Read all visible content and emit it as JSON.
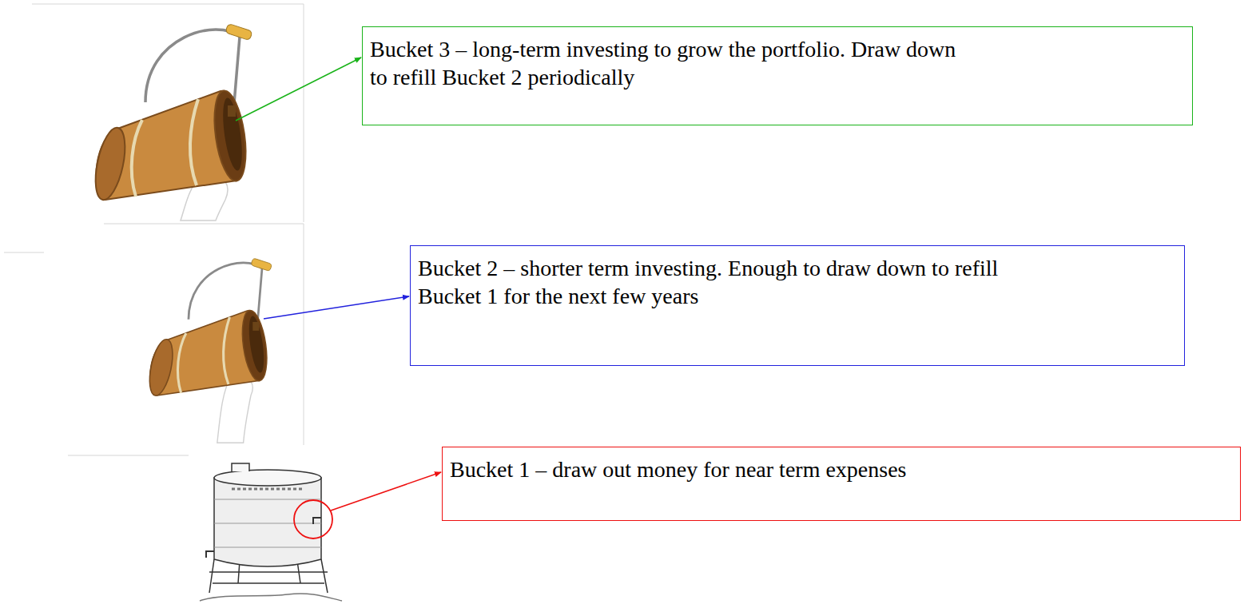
{
  "diagram": {
    "nodes": [
      {
        "text": [
          "Bucket 3 – long-term investing to grow the portfolio. Draw down to refill Bucket 2 periodically"
        ]
      },
      {
        "text": [
          "Bucket 2 – shorter term investing. Enough to draw down to refill Bucket 1 for the next few years"
        ]
      },
      {
        "text": [
          "Bucket 1 – draw out money for near term expenses"
        ]
      }
    ]
  }
}
